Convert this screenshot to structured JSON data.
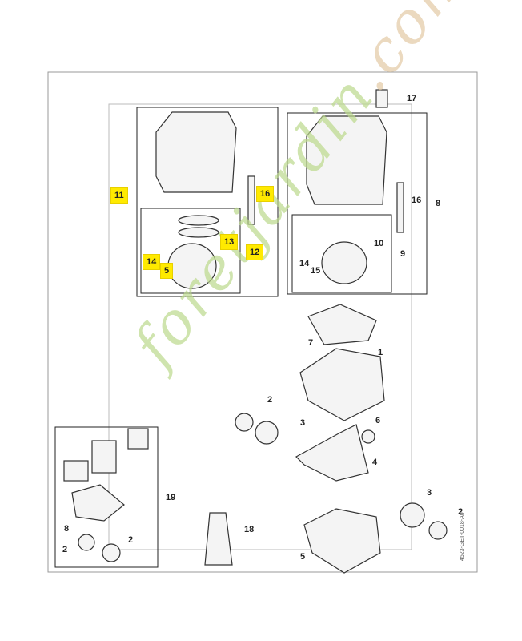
{
  "labels": {
    "l1": "1",
    "l2a": "2",
    "l2b": "2",
    "l2c": "2",
    "l2d": "2",
    "l3a": "3",
    "l3b": "3",
    "l4": "4",
    "l5": "5",
    "l5b": "5",
    "l6": "6",
    "l7": "7",
    "l8": "8",
    "l8b": "8",
    "l9": "9",
    "l10": "10",
    "l11": "11",
    "l12": "12",
    "l13": "13",
    "l14": "14",
    "l14b": "14",
    "l15": "15",
    "l16": "16",
    "l16b": "16",
    "l17": "17",
    "l18": "18",
    "l19": "19"
  },
  "highlighted": [
    "11",
    "16",
    "13",
    "12",
    "14",
    "5"
  ],
  "highlight_color": "#ffea00",
  "watermark": {
    "main": "foretjardin",
    "suffix": ".com"
  },
  "drawing_code": "4523-GET-0018-A0"
}
